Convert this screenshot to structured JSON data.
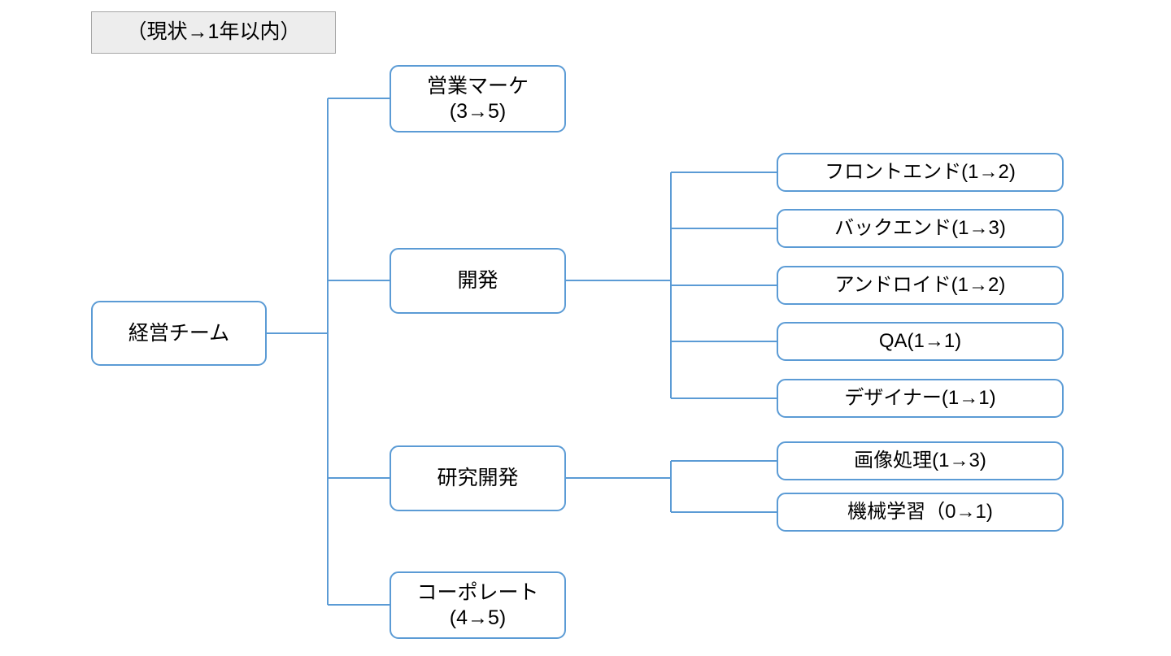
{
  "diagram": {
    "type": "organization-chart",
    "legend": {
      "text": "（現状→1年以内）"
    },
    "colors": {
      "node_border": "#5b9bd5",
      "node_fill": "#ffffff",
      "connector": "#5b9bd5",
      "legend_fill": "#ededed",
      "legend_border": "#a6a6a6",
      "text": "#000000",
      "background": "#ffffff"
    },
    "root": {
      "label": "経営チーム"
    },
    "level2": [
      {
        "label": "営業マーケ\n(3→5)"
      },
      {
        "label": "開発"
      },
      {
        "label": "研究開発"
      },
      {
        "label": "コーポレート\n(4→5)"
      }
    ],
    "dev_children": [
      {
        "label": "フロントエンド(1→2)"
      },
      {
        "label": "バックエンド(1→3)"
      },
      {
        "label": "アンドロイド(1→2)"
      },
      {
        "label": "QA(1→1)"
      },
      {
        "label": "デザイナー(1→1)"
      }
    ],
    "rd_children": [
      {
        "label": "画像処理(1→3)"
      },
      {
        "label": "機械学習（0→1)"
      }
    ]
  }
}
